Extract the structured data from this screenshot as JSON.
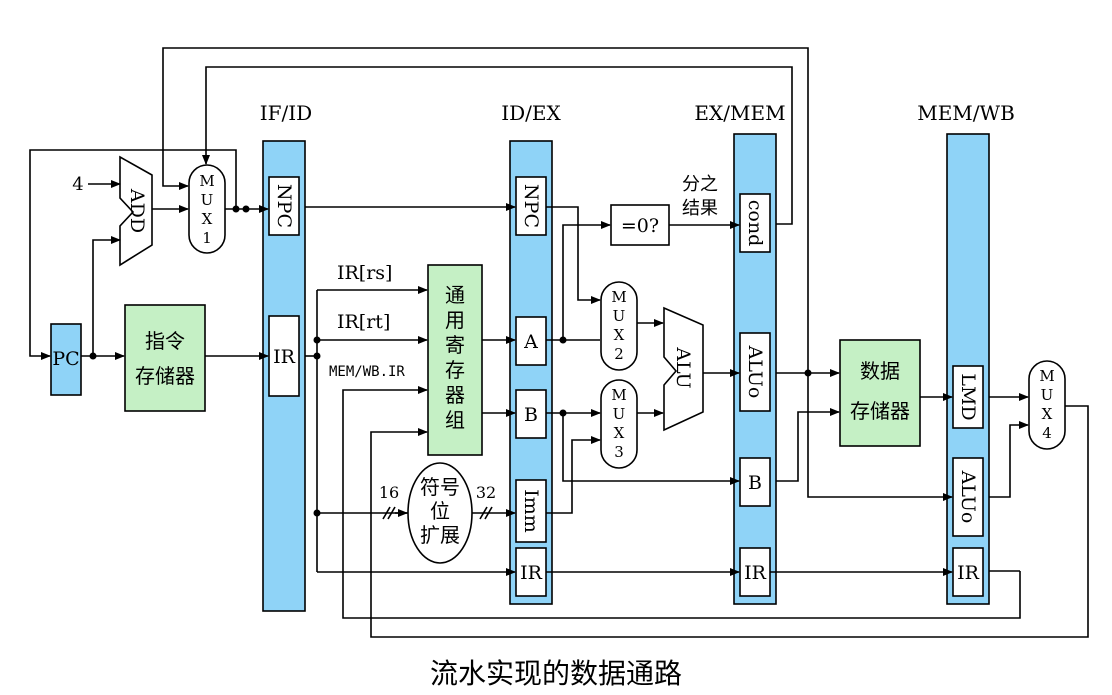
{
  "title": "流水实现的数据通路",
  "stages": {
    "if_id": "IF/ID",
    "id_ex": "ID/EX",
    "ex_mem": "EX/MEM",
    "mem_wb": "MEM/WB"
  },
  "registers": {
    "if_id_npc": "NPC",
    "if_id_ir": "IR",
    "id_ex_npc": "NPC",
    "id_ex_a": "A",
    "id_ex_b": "B",
    "id_ex_imm": "Imm",
    "id_ex_ir": "IR",
    "ex_mem_cond": "cond",
    "ex_mem_aluo": "ALUo",
    "ex_mem_b": "B",
    "ex_mem_ir": "IR",
    "mem_wb_lmd": "LMD",
    "mem_wb_aluo": "ALUo",
    "mem_wb_ir": "IR"
  },
  "units": {
    "pc": "PC",
    "add": "ADD",
    "alu": "ALU",
    "zero_test": "=0?",
    "instr_mem": [
      "指令",
      "存储器"
    ],
    "reg_file": [
      "通",
      "用",
      "寄",
      "存",
      "器",
      "组"
    ],
    "data_mem": [
      "数据",
      "存储器"
    ],
    "sign_ext": [
      "符号",
      "位",
      "扩展"
    ],
    "mux1": [
      "M",
      "U",
      "X",
      "1"
    ],
    "mux2": [
      "M",
      "U",
      "X",
      "2"
    ],
    "mux3": [
      "M",
      "U",
      "X",
      "3"
    ],
    "mux4": [
      "M",
      "U",
      "X",
      "4"
    ]
  },
  "labels": {
    "four": "4",
    "ir_rs": "IR[rs]",
    "ir_rt": "IR[rt]",
    "mem_wb_ir": "MEM/WB.IR",
    "bits16": "16",
    "bits32": "32",
    "branch_result": [
      "分之",
      "结果"
    ]
  },
  "colors": {
    "pipeline_register": "#8fd3f7",
    "functional_unit": "#c5f0c5"
  }
}
